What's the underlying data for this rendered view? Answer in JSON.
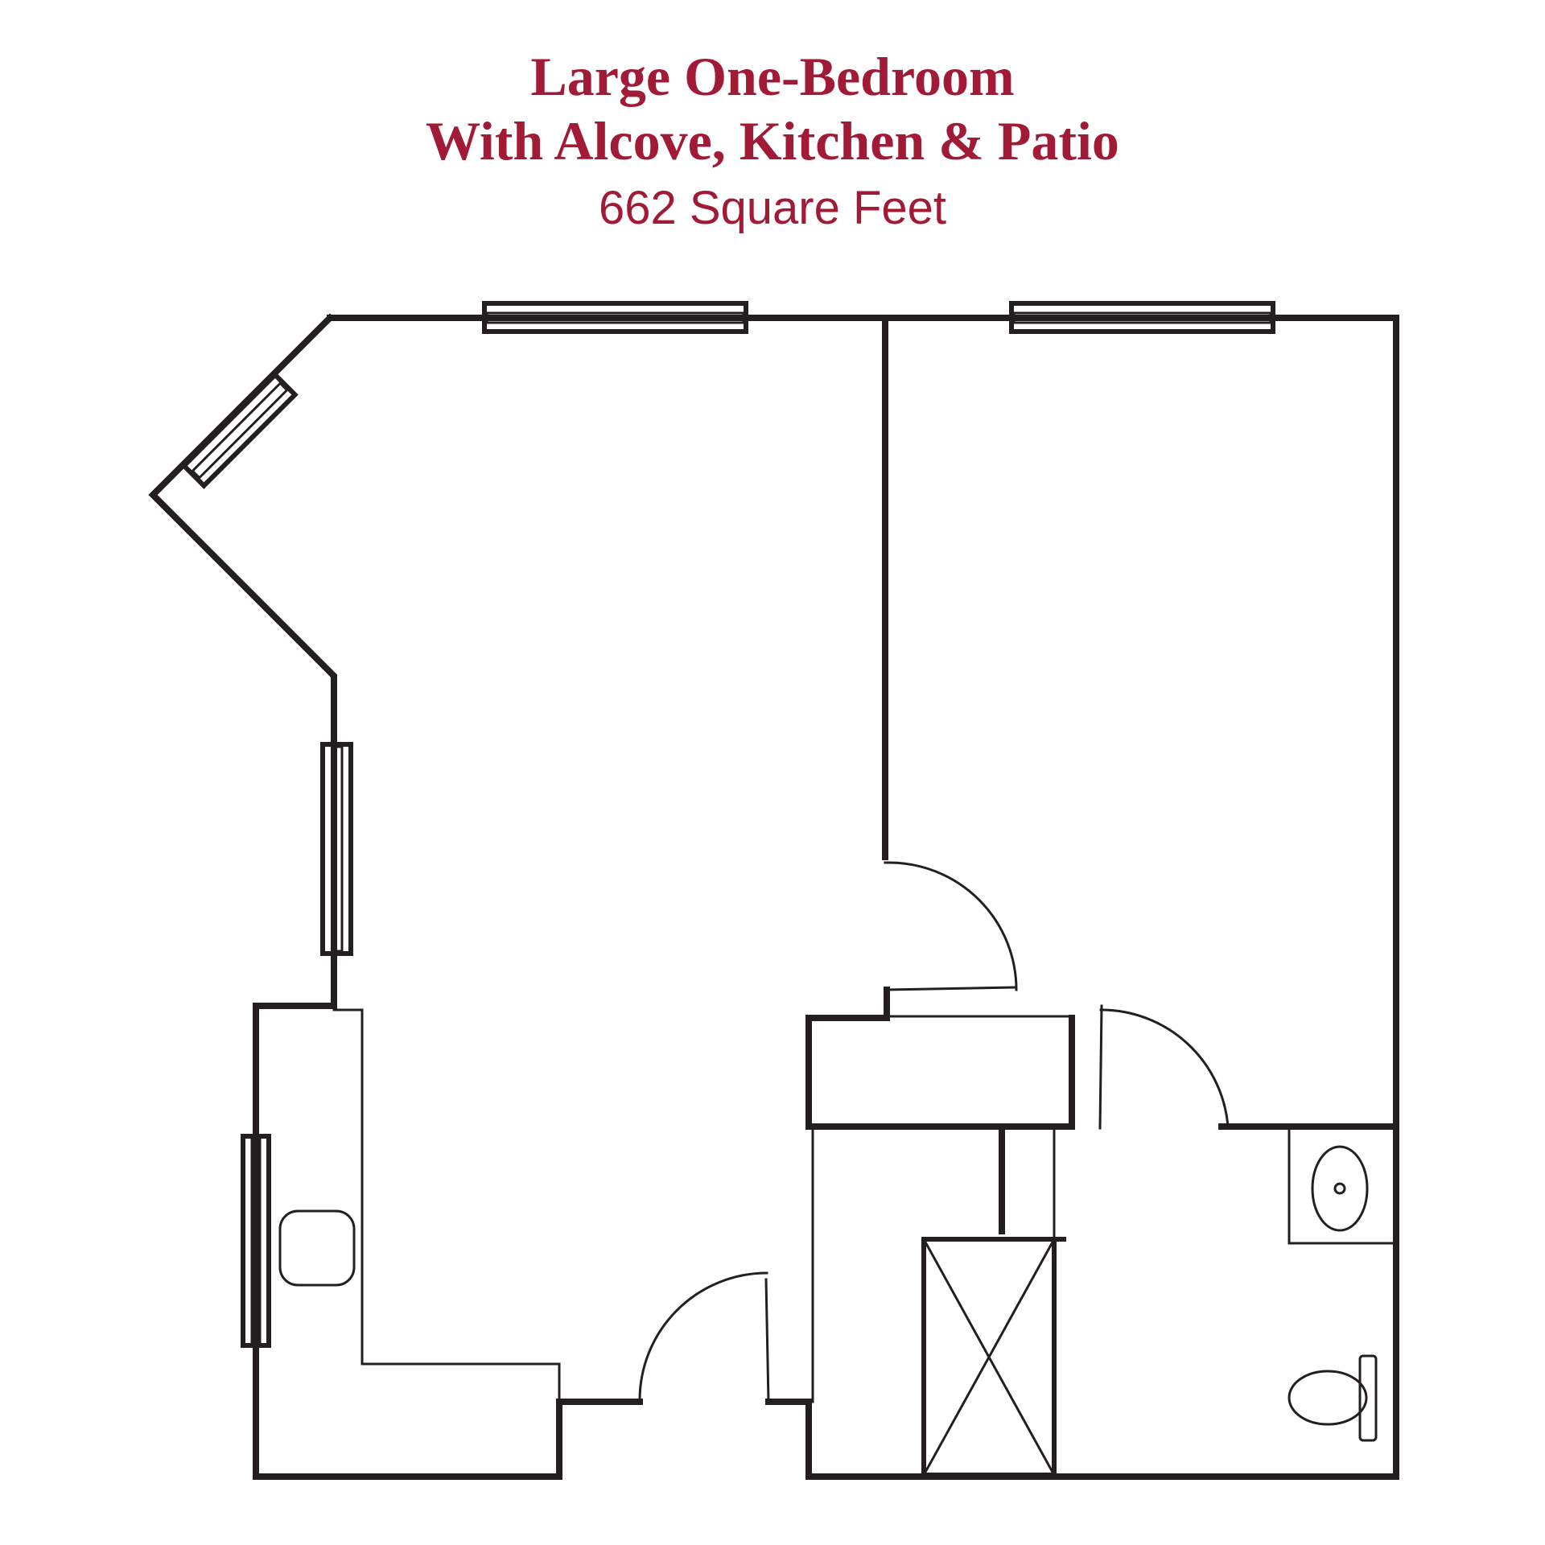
{
  "title": {
    "line1": "Large One-Bedroom",
    "line2": "With Alcove, Kitchen & Patio",
    "area": "662 Square Feet"
  },
  "colors": {
    "title": "#a11a36",
    "walls": "#231f20",
    "background": "#ffffff"
  }
}
